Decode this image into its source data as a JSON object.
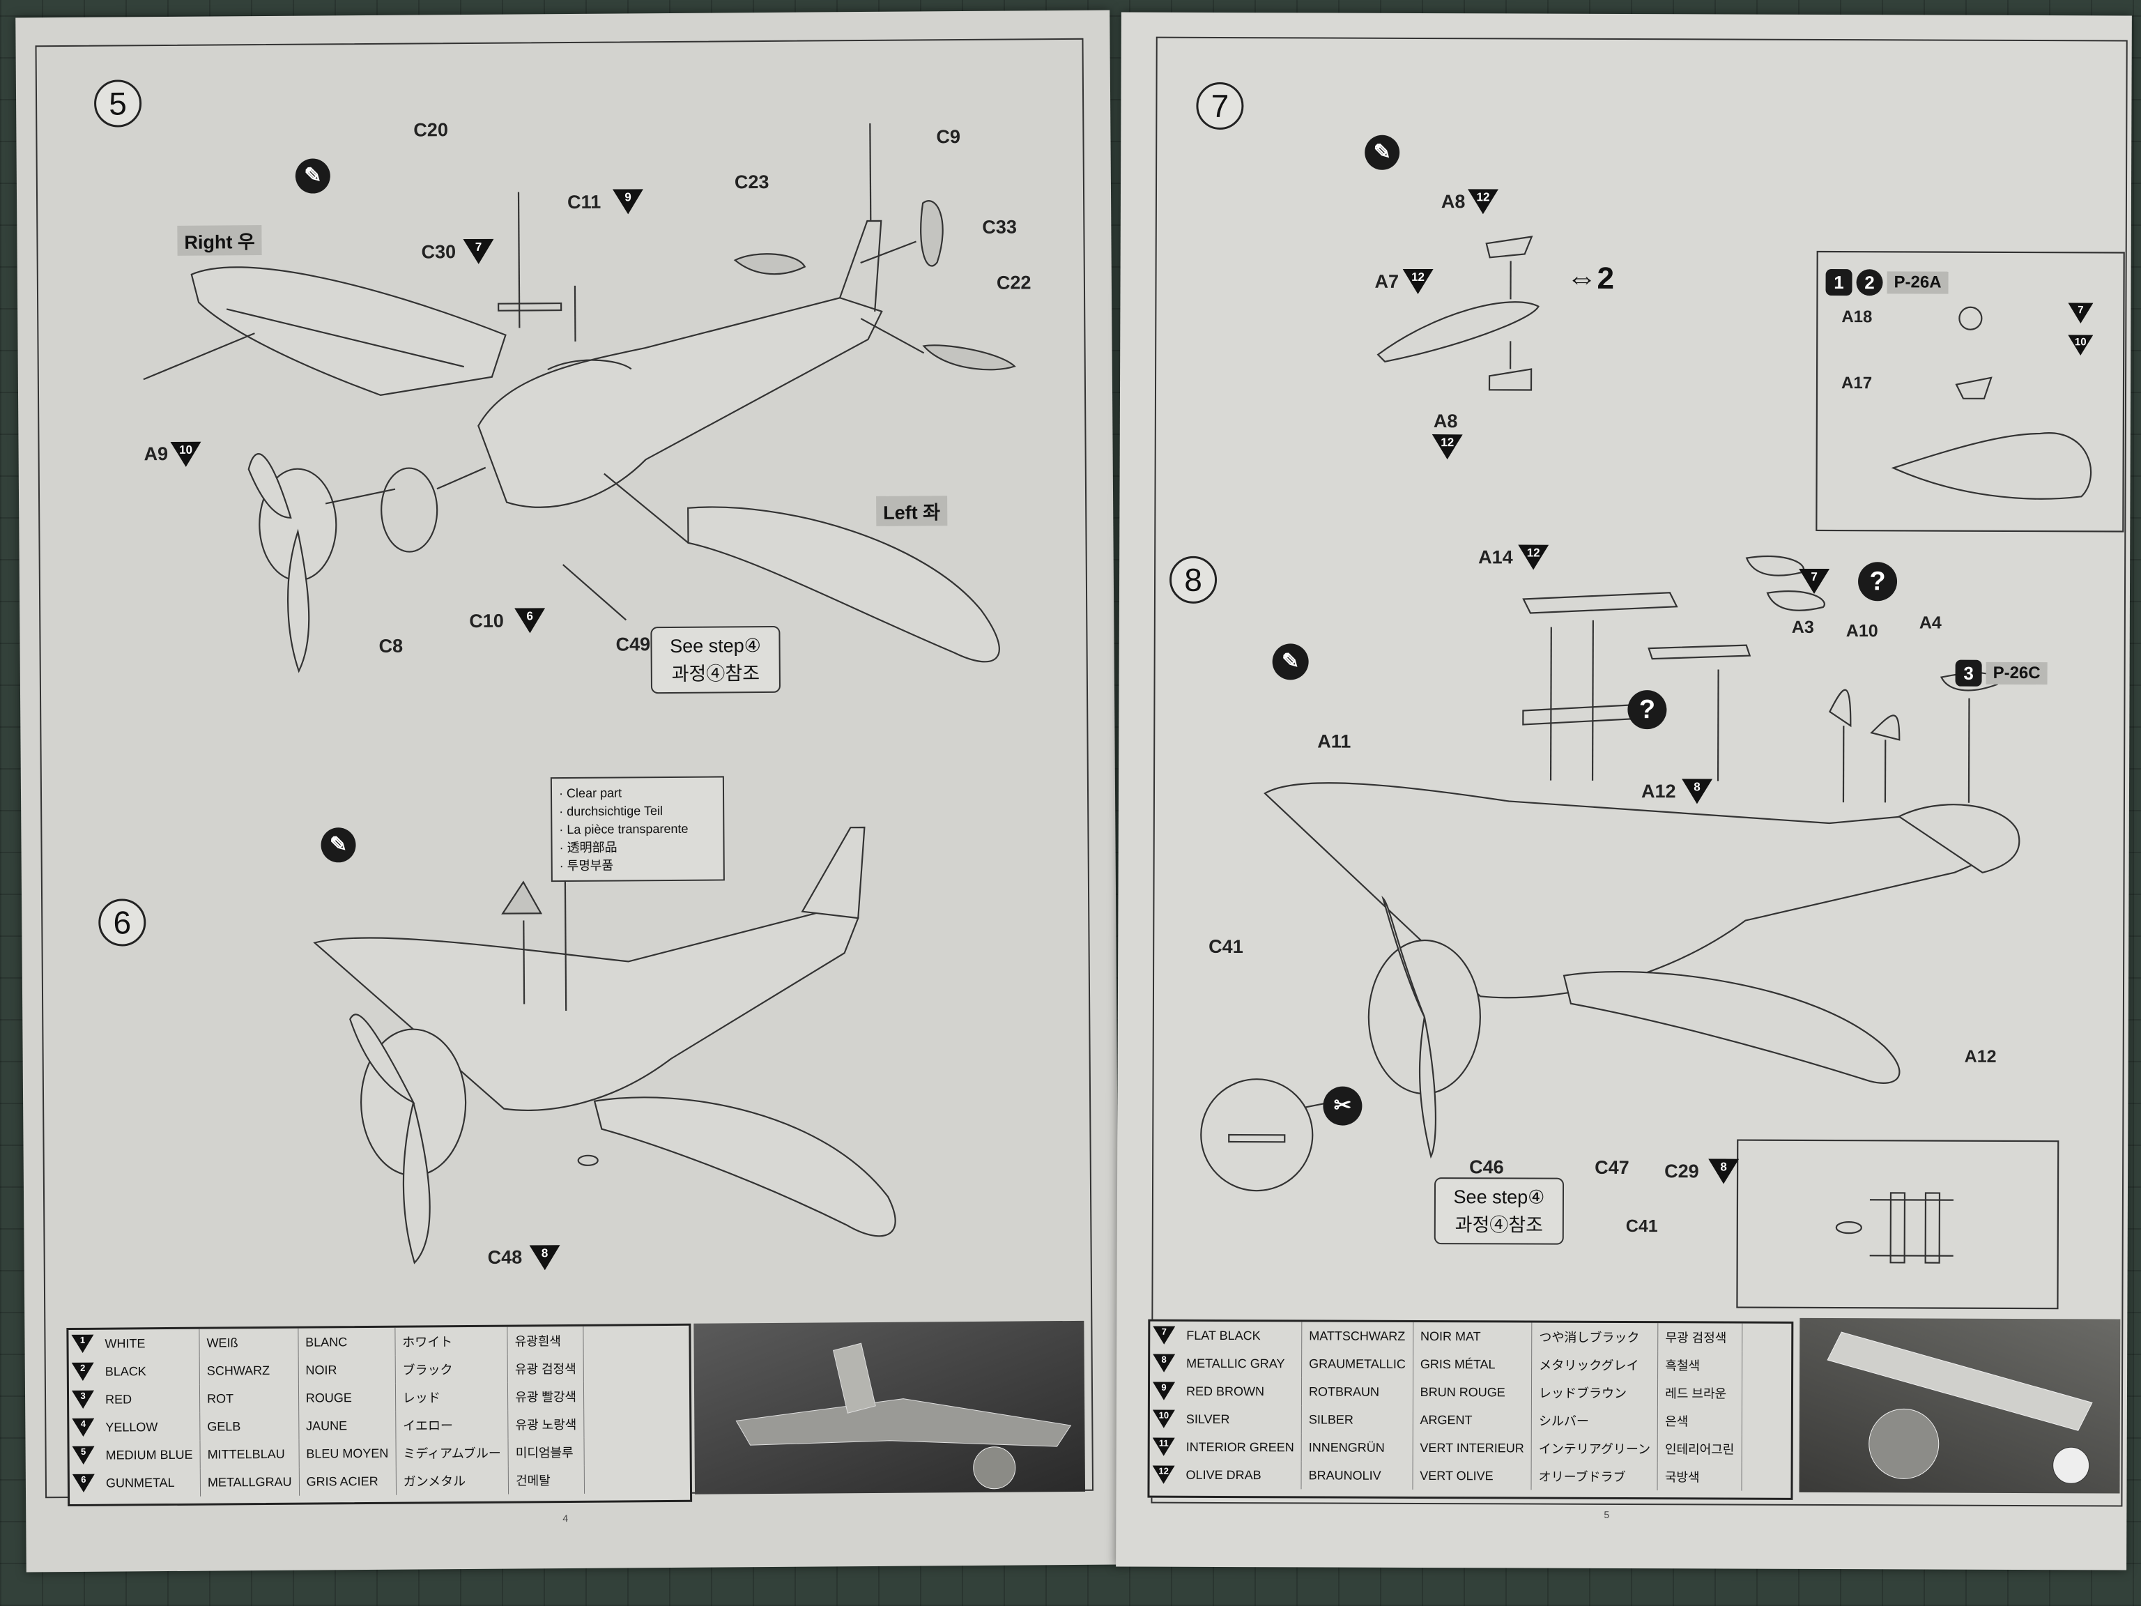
{
  "left_page": {
    "step5": {
      "number": "5",
      "labels": {
        "c20": "C20",
        "c9": "C9",
        "c11": "C11",
        "c23": "C23",
        "c33": "C33",
        "c30": "C30",
        "c22": "C22",
        "a9": "A9",
        "c8": "C8",
        "c10": "C10",
        "c49": "C49"
      },
      "paint_refs": {
        "c11": "9",
        "c30": "7",
        "a9": "10",
        "c10": "6"
      },
      "right_tag": "Right 우",
      "left_tag": "Left 좌",
      "see_step": "See step④",
      "see_step_ko": "과정④참조"
    },
    "step6": {
      "number": "6",
      "note_lines": [
        "· Clear part",
        "· durchsichtige Teil",
        "· La pièce transparente",
        "· 透明部品",
        "· 투명부품"
      ],
      "labels": {
        "c48": "C48"
      },
      "paint_refs": {
        "c48": "8"
      }
    },
    "legend": [
      {
        "ref": "1",
        "en": "WHITE",
        "de": "WEIß",
        "fr": "BLANC",
        "ja": "ホワイト",
        "ko": "유광흰색"
      },
      {
        "ref": "2",
        "en": "BLACK",
        "de": "SCHWARZ",
        "fr": "NOIR",
        "ja": "ブラック",
        "ko": "유광 검정색"
      },
      {
        "ref": "3",
        "en": "RED",
        "de": "ROT",
        "fr": "ROUGE",
        "ja": "レッド",
        "ko": "유광 빨강색"
      },
      {
        "ref": "4",
        "en": "YELLOW",
        "de": "GELB",
        "fr": "JAUNE",
        "ja": "イエロー",
        "ko": "유광 노랑색"
      },
      {
        "ref": "5",
        "en": "MEDIUM BLUE",
        "de": "MITTELBLAU",
        "fr": "BLEU MOYEN",
        "ja": "ミディアムブルー",
        "ko": "미디엄블루"
      },
      {
        "ref": "6",
        "en": "GUNMETAL",
        "de": "METALLGRAU",
        "fr": "GRIS ACIER",
        "ja": "ガンメタル",
        "ko": "건메탈"
      }
    ],
    "page_number": "4"
  },
  "right_page": {
    "step7": {
      "number": "7",
      "labels": {
        "a8_top": "A8",
        "a7": "A7",
        "a8_bottom": "A8"
      },
      "paint_refs": {
        "a8_top": "12",
        "a7": "12",
        "a8_bottom": "12"
      },
      "multiplier": "2",
      "inset_title": "P-26A",
      "inset_nums": [
        "1",
        "2"
      ],
      "inset_labels": {
        "a18": "A18",
        "a17": "A17"
      },
      "inset_paint": {
        "a18a": "7",
        "a18b": "10"
      }
    },
    "step8": {
      "number": "8",
      "labels": {
        "a14": "A14",
        "a11": "A11",
        "a12": "A12",
        "a3": "A3",
        "a10": "A10",
        "a4": "A4",
        "c41": "C41",
        "c46": "C46",
        "c47": "C47",
        "c29": "C29",
        "a12_inset": "A12",
        "c41_inset": "C41"
      },
      "paint_refs": {
        "a14": "12",
        "a12": "8",
        "a3_top": "7",
        "c29": "8"
      },
      "variant_tag": "P-26C",
      "variant_num": "3",
      "see_step": "See step④",
      "see_step_ko": "과정④참조"
    },
    "legend": [
      {
        "ref": "7",
        "en": "FLAT BLACK",
        "de": "MATTSCHWARZ",
        "fr": "NOIR MAT",
        "ja": "つや消しブラック",
        "ko": "무광 검정색"
      },
      {
        "ref": "8",
        "en": "METALLIC GRAY",
        "de": "GRAUMETALLIC",
        "fr": "GRIS MÉTAL",
        "ja": "メタリックグレイ",
        "ko": "흑철색"
      },
      {
        "ref": "9",
        "en": "RED BROWN",
        "de": "ROTBRAUN",
        "fr": "BRUN ROUGE",
        "ja": "レッドブラウン",
        "ko": "레드 브라운"
      },
      {
        "ref": "10",
        "en": "SILVER",
        "de": "SILBER",
        "fr": "ARGENT",
        "ja": "シルバー",
        "ko": "은색"
      },
      {
        "ref": "11",
        "en": "INTERIOR GREEN",
        "de": "INNENGRÜN",
        "fr": "VERT INTERIEUR",
        "ja": "インテリアグリーン",
        "ko": "인테리어그린"
      },
      {
        "ref": "12",
        "en": "OLIVE DRAB",
        "de": "BRAUNOLIV",
        "fr": "VERT OLIVE",
        "ja": "オリーブドラブ",
        "ko": "국방색"
      }
    ],
    "page_number": "5"
  },
  "colors": {
    "paper": "#d6d6d2",
    "ink": "#222222",
    "mat": "#33413a"
  }
}
